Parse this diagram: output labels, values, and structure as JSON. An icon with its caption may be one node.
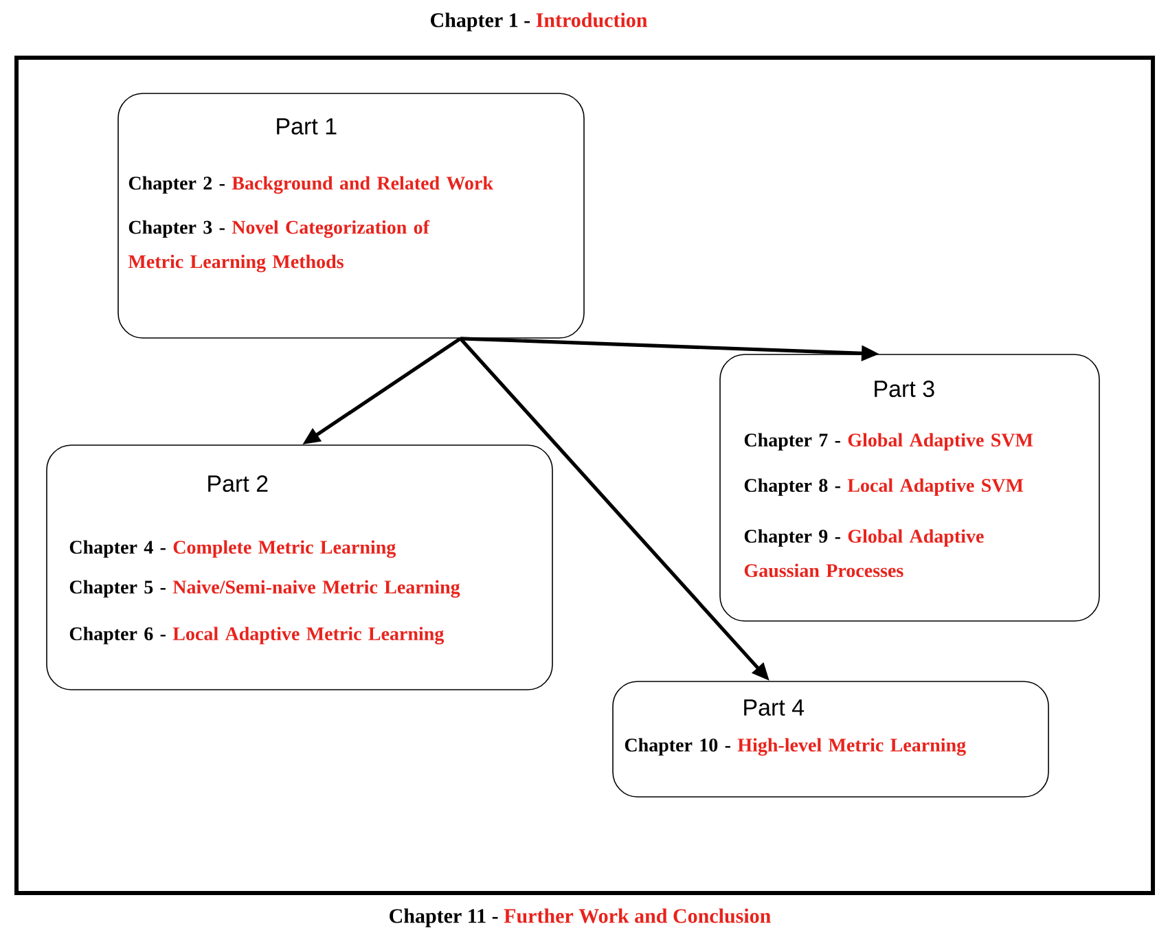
{
  "diagram": {
    "nodes": [
      {
        "text": [
          "Part 1",
          "Chapter 2 -",
          "Background and Related Work",
          "Chapter 3 -",
          "Novel Categorization of Metric Learning Methods"
        ]
      },
      {
        "text": [
          "Part 2",
          "Chapter 4 -",
          "Complete Metric Learning",
          "Chapter 5 -",
          "Naive/Semi-naive Metric Learning",
          "Chapter 6 -",
          "Local Adaptive Metric Learning"
        ]
      },
      {
        "text": [
          "Part 3",
          "Chapter 7 -",
          "Global Adaptive SVM",
          "Chapter 8 -",
          "Local Adaptive SVM",
          "Chapter 9 -",
          "Global Adaptive Gaussian Processes"
        ]
      },
      {
        "text": [
          "Part 4",
          "Chapter 10 -",
          "High-level Metric Learning"
        ]
      }
    ],
    "edges": [
      {
        "from": 0,
        "to": 1,
        "arrow": "to"
      },
      {
        "from": 0,
        "to": 2,
        "arrow": "to"
      },
      {
        "from": 0,
        "to": 3,
        "arrow": "to"
      }
    ],
    "labels": [
      "Chapter 1 -",
      "Introduction",
      "Chapter 11 -",
      "Further Work and Conclusion"
    ]
  }
}
